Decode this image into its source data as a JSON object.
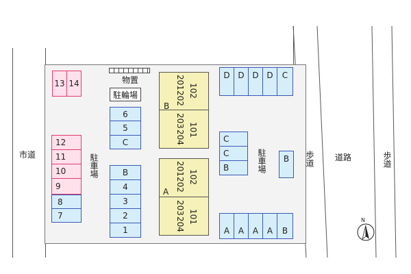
{
  "roads": {
    "city_road": "市道",
    "sidewalk_left": "歩道",
    "road": "道路",
    "sidewalk_right": "歩道"
  },
  "lot": {
    "parking_label": "駐車場",
    "storage_label": "物置",
    "bike_parking_label": "駐輪場"
  },
  "spaces": {
    "top_pink": [
      "13",
      "14"
    ],
    "left_column": [
      "12",
      "11",
      "10",
      "9",
      "8",
      "7"
    ],
    "center_upper": [
      "6",
      "5",
      "C"
    ],
    "center_lower": [
      "B",
      "4",
      "3",
      "2",
      "1"
    ],
    "right_top_row": [
      "D",
      "D",
      "D",
      "D",
      "C"
    ],
    "right_middle": [
      "C",
      "C",
      "B"
    ],
    "right_single": "B",
    "right_bottom_row": [
      "A",
      "A",
      "A",
      "A",
      "B"
    ]
  },
  "buildings": [
    {
      "wing": "B",
      "upper_rooms": [
        "202",
        "201"
      ],
      "upper_row2": "102",
      "lower_rooms": [
        "204",
        "203"
      ],
      "lower_row2": "101"
    },
    {
      "wing": "A",
      "upper_rooms": [
        "202",
        "201"
      ],
      "upper_row2": "102",
      "lower_rooms": [
        "204",
        "203"
      ],
      "lower_row2": "101"
    }
  ],
  "compass": {
    "label": "N"
  },
  "colors": {
    "blue_fill": "#d6eefa",
    "blue_border": "#3a58b8",
    "pink_fill": "#ffe1ec",
    "pink_border": "#e23a6a",
    "building_fill": "#f6f1b8"
  }
}
